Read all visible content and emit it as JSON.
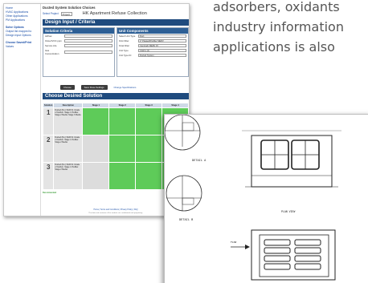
{
  "background_copy": {
    "lines": [
      "adsorbers, oxidants",
      "industry information",
      "applications is also"
    ]
  },
  "app": {
    "title": "Ducted System Solution Choices",
    "project_label": "Select Project",
    "project_select_value": "Project",
    "project_name": "HK Apartment Refuse Collection"
  },
  "sidebar": {
    "items": [
      "Home",
      "HVAC Applications",
      "Other Applications",
      "PM Applications"
    ],
    "group_heading": "Solve Options",
    "group_items": [
      "Output list mapped to",
      "Design Input Options"
    ],
    "footer_links": [
      "Choose Saved/Print",
      "Values"
    ]
  },
  "design_section": {
    "title": "Design Input / Criteria",
    "solution_panel": {
      "title": "Solution Criteria",
      "fields": [
        {
          "label": "Airflow",
          "value": ""
        },
        {
          "label": "Odour/VOC ppm",
          "value": ""
        },
        {
          "label": "Service Life",
          "value": ""
        },
        {
          "label": "Gas Concentration",
          "value": ""
        }
      ]
    },
    "unit_panel": {
      "title": "Unit Components",
      "fields": [
        {
          "label": "Select Unit Type",
          "value": "Duct"
        },
        {
          "label": "First Filter",
          "value": "2\" Pleated/Prefilter MERV"
        },
        {
          "label": "Final Filter",
          "value": "CamCarb MERV 15"
        },
        {
          "label": "Unit Type",
          "value": "CAM-1 (2)"
        },
        {
          "label": "Unit Type ID",
          "value": "Ducted System"
        }
      ]
    }
  },
  "buttons": {
    "primary": "Choose",
    "secondary": "Save these Settings",
    "link": "Change Specifications"
  },
  "solution_section": {
    "title": "Choose Desired Solution",
    "columns": [
      "Solution",
      "Description",
      "Stage 1",
      "Stage 2",
      "Stage 3",
      "Stage 4"
    ],
    "rows": [
      {
        "num": "1",
        "desc": "Ducted (No.) SGR Fit. Grade of Carbon. Stage 1 Prefilter. Stage 2 Media. Stage 3 Media",
        "cells": [
          "green",
          "green",
          "green",
          "green"
        ]
      },
      {
        "num": "2",
        "desc": "Ducted (No.) SGR Fit. Grade of Carbon. Stage 1 Prefilter. Stage 2 Media",
        "cells": [
          "grey",
          "green",
          "green",
          "green"
        ]
      },
      {
        "num": "3",
        "desc": "Ducted (No.) SGR Fit. Grade of Carbon. Stage 1 Prefilter. Stage 2 Media",
        "cells": [
          "grey",
          "green",
          "green",
          "green"
        ]
      }
    ],
    "status_legend": "Recommended"
  },
  "footer": {
    "links": "Home | Terms and Conditions | Privacy Policy | FAQ",
    "notice": "The data and contents of this website are confidential and proprietary."
  },
  "drawing": {
    "detail_labels": [
      "DETAIL A",
      "DETAIL B"
    ],
    "plan_label": "PLAN VIEW",
    "flow_label": "FLOW"
  },
  "colors": {
    "section_bar": "#1f4b7e",
    "panel_header": "#2d5f95",
    "solution_green": "#5ecb59",
    "link_blue": "#1b4fa8"
  }
}
